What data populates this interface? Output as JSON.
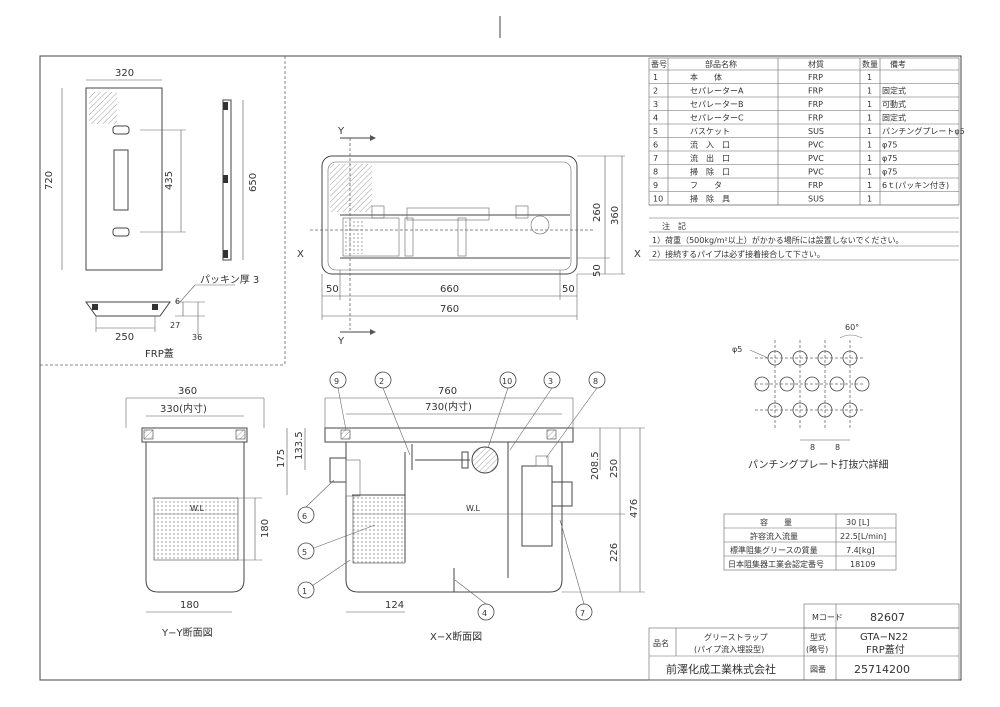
{
  "frp_lid_view": {
    "dims": [
      "320",
      "720",
      "435",
      "650",
      "250",
      "6",
      "27",
      "36"
    ],
    "packing_label": "パッキン厚 3",
    "caption": "FRP蓋"
  },
  "plan_view": {
    "dims": [
      "50",
      "660",
      "50",
      "760",
      "260",
      "360",
      "50"
    ],
    "section_marks": [
      "Y",
      "Y",
      "X",
      "X"
    ]
  },
  "yy_section": {
    "dims": [
      "360",
      "330(内寸)",
      "180",
      "180"
    ],
    "wl": "W.L",
    "caption": "Y−Y断面図"
  },
  "xx_section": {
    "dims": [
      "760",
      "730(内寸)",
      "175",
      "133.5",
      "208.5",
      "250",
      "476",
      "226",
      "124"
    ],
    "wl": "W.L",
    "caption": "X−X断面図",
    "balloons": [
      "9",
      "2",
      "10",
      "3",
      "8",
      "6",
      "5",
      "1",
      "4",
      "7"
    ]
  },
  "parts_table": {
    "headers": [
      "番号",
      "部品名称",
      "材質",
      "数量",
      "備考"
    ],
    "rows": [
      [
        "1",
        "本　　体",
        "FRP",
        "1",
        ""
      ],
      [
        "2",
        "セパレーターA",
        "FRP",
        "1",
        "固定式"
      ],
      [
        "3",
        "セパレーターB",
        "FRP",
        "1",
        "可動式"
      ],
      [
        "4",
        "セパレーターC",
        "FRP",
        "1",
        "固定式"
      ],
      [
        "5",
        "バスケット",
        "SUS",
        "1",
        "パンチングプレートφ5"
      ],
      [
        "6",
        "流　入　口",
        "PVC",
        "1",
        "φ75"
      ],
      [
        "7",
        "流　出　口",
        "PVC",
        "1",
        "φ75"
      ],
      [
        "8",
        "掃　除　口",
        "PVC",
        "1",
        "φ75"
      ],
      [
        "9",
        "フ　　タ",
        "FRP",
        "1",
        "6ｔ(パッキン付き)"
      ],
      [
        "10",
        "掃　除　具",
        "SUS",
        "1",
        ""
      ]
    ]
  },
  "notes": {
    "title": "注　記",
    "items": [
      "1）荷重（500kg/m²以上）がかかる場所には設置しないでください。",
      "2）接続するパイプは必ず接着接合して下さい。"
    ]
  },
  "punching_plate": {
    "dims": [
      "60°",
      "φ5",
      "8",
      "8"
    ],
    "caption": "パンチングプレート打抜穴詳細"
  },
  "spec_table": {
    "rows": [
      [
        "容　　量",
        "30 [L]"
      ],
      [
        "許容流入流量",
        "22.5[L/min]"
      ],
      [
        "標準阻集グリースの質量",
        "7.4[kg]"
      ],
      [
        "日本阻集器工業会認定番号",
        "18109"
      ]
    ]
  },
  "title_block": {
    "mcode_label": "Mコード",
    "mcode_value": "82607",
    "name_label": "品名",
    "name_value_1": "グリーストラップ",
    "name_value_2": "(パイプ流入埋設型)",
    "model_label_1": "型式",
    "model_label_2": "(略号)",
    "model_value_1": "GTA−N22",
    "model_value_2": "FRP蓋付",
    "company": "前澤化成工業株式会社",
    "drawing_label": "図番",
    "drawing_value": "25714200"
  }
}
